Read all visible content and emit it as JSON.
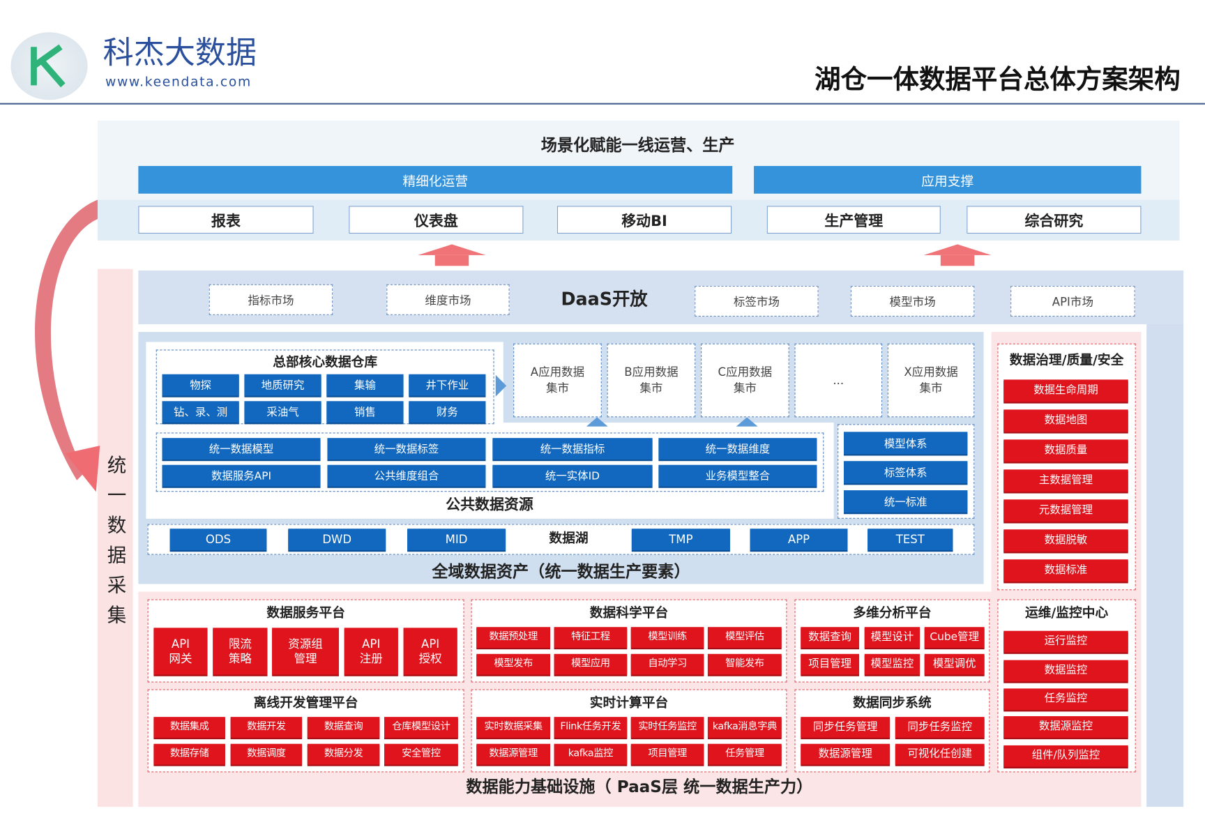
{
  "logo": {
    "name": "科杰大数据",
    "url": "www.keendata.com"
  },
  "title": "湖仓一体数据平台总体方案架构",
  "top": {
    "title": "场景化赋能一线运营、生产",
    "bars": [
      "精细化运营",
      "应用支撑"
    ],
    "apps": [
      "报表",
      "仪表盘",
      "移动BI",
      "生产管理",
      "综合研究"
    ]
  },
  "left_label": "统一数据采集",
  "daas": {
    "title": "DaaS开放",
    "markets": [
      "指标市场",
      "维度市场",
      "标签市场",
      "模型市场",
      "API市场"
    ]
  },
  "assets": {
    "title": "全域数据资产（统一数据生产要素）",
    "core_title": "总部核心数据仓库",
    "core": [
      "物探",
      "地质研究",
      "集输",
      "井下作业",
      "钻、录、测",
      "采油气",
      "销售",
      "财务"
    ],
    "marts": [
      "A应用数据集市",
      "B应用数据集市",
      "C应用数据集市",
      "...",
      "X应用数据集市"
    ],
    "unified": [
      "统一数据模型",
      "统一数据标签",
      "统一数据指标",
      "统一数据维度",
      "数据服务API",
      "公共维度组合",
      "统一实体ID",
      "业务模型整合"
    ],
    "public_title": "公共数据资源",
    "systems": [
      "模型体系",
      "标签体系",
      "统一标准"
    ],
    "lake_label": "数据湖",
    "lake": [
      "ODS",
      "DWD",
      "MID",
      "TMP",
      "APP",
      "TEST"
    ]
  },
  "governance": {
    "title": "数据治理/质量/安全",
    "items": [
      "数据生命周期",
      "数据地图",
      "数据质量",
      "主数据管理",
      "元数据管理",
      "数据脱敏",
      "数据标准"
    ]
  },
  "paas": {
    "title": "数据能力基础设施（ PaaS层 统一数据生产力）",
    "service": {
      "title": "数据服务平台",
      "items": [
        "API\n网关",
        "限流\n策略",
        "资源组\n管理",
        "API\n注册",
        "API\n授权"
      ]
    },
    "science": {
      "title": "数据科学平台",
      "items": [
        "数据预处理",
        "特征工程",
        "模型训练",
        "模型评估",
        "模型发布",
        "模型应用",
        "自动学习",
        "智能发布"
      ]
    },
    "olap": {
      "title": "多维分析平台",
      "items": [
        "数据查询",
        "模型设计",
        "Cube管理",
        "项目管理",
        "模型监控",
        "模型调优"
      ]
    },
    "offline": {
      "title": "离线开发管理平台",
      "items": [
        "数据集成",
        "数据开发",
        "数据查询",
        "仓库模型设计",
        "数据存储",
        "数据调度",
        "数据分发",
        "安全管控"
      ]
    },
    "realtime": {
      "title": "实时计算平台",
      "items": [
        "实时数据采集",
        "Flink任务开发",
        "实时任务监控",
        "kafka消息字典",
        "数据源管理",
        "kafka监控",
        "项目管理",
        "任务管理"
      ]
    },
    "sync": {
      "title": "数据同步系统",
      "items": [
        "同步任务管理",
        "同步任务监控",
        "数据源管理",
        "可视化任创建"
      ]
    },
    "ops": {
      "title": "运维/监控中心",
      "items": [
        "运行监控",
        "数据监控",
        "任务监控",
        "数据源监控",
        "组件/队列监控"
      ]
    }
  },
  "colors": {
    "blue": "#1268bf",
    "red": "#e0141d",
    "bar_blue": "#3493db"
  }
}
